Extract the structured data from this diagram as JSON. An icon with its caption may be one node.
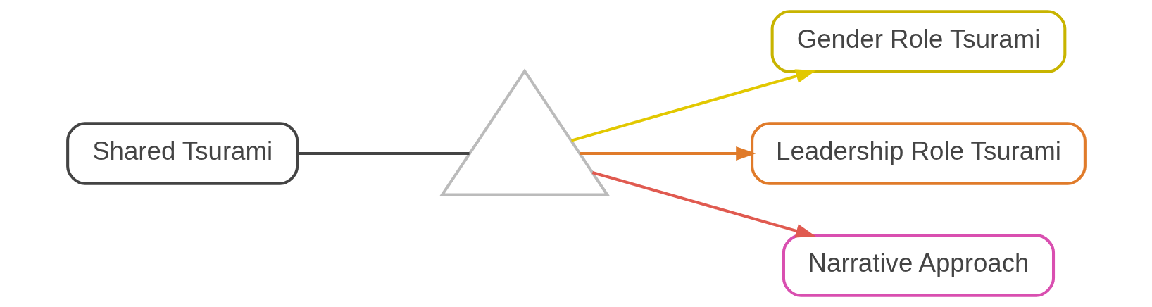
{
  "diagram": {
    "nodes": [
      {
        "text": [
          "Shared Tsurami"
        ]
      },
      {
        "text": [],
        "shape": "triangle"
      },
      {
        "text": [
          "Gender Role Tsurami"
        ]
      },
      {
        "text": [
          "Leadership Role Tsurami"
        ]
      },
      {
        "text": [
          "Narrative Approach"
        ]
      }
    ],
    "edges": [
      {
        "from": 0,
        "to": 1,
        "arrow": "none",
        "color": "#444444"
      },
      {
        "from": 1,
        "to": 2,
        "arrow": "to",
        "color": "#e2c800"
      },
      {
        "from": 1,
        "to": 3,
        "arrow": "to",
        "color": "#e07b2a"
      },
      {
        "from": 1,
        "to": 4,
        "arrow": "to",
        "color": "#e05a50"
      }
    ]
  }
}
